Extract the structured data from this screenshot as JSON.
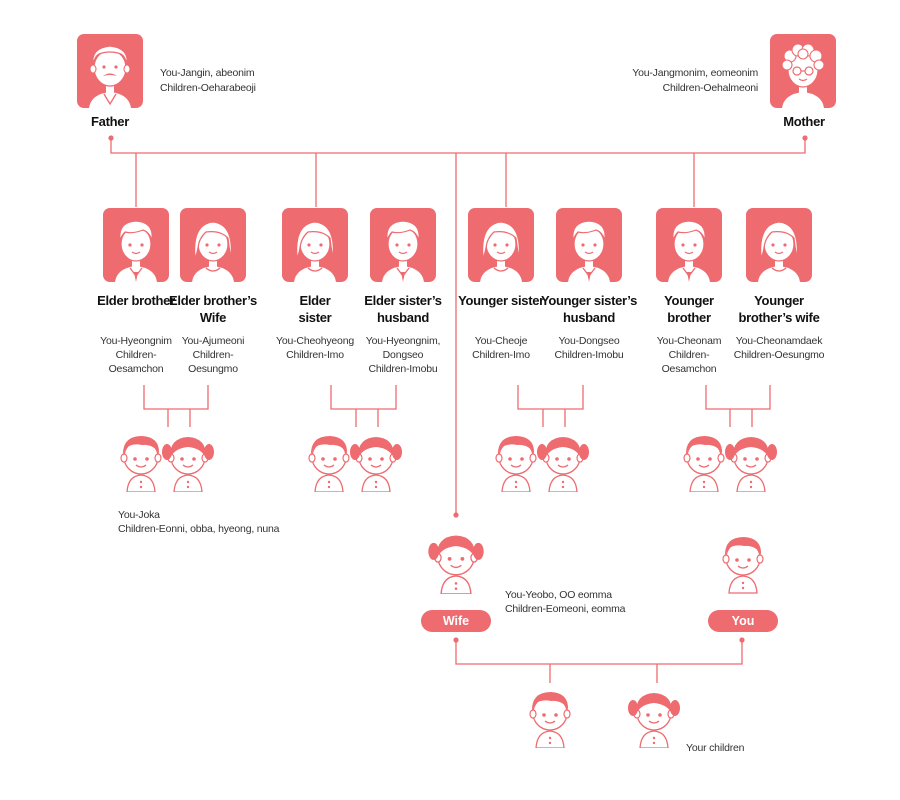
{
  "colors": {
    "accent": "#ee6b70",
    "line": "#ee6b70",
    "skin": "#ffffff"
  },
  "parents": {
    "father": {
      "label": "Father",
      "sub1": "You-Jangin, abeonim",
      "sub2": "Children-Oeharabeoji",
      "icon": "grandfather-avatar-icon"
    },
    "mother": {
      "label": "Mother",
      "sub1": "You-Jangmonim, eomeonim",
      "sub2": "Children-Oehalmeoni",
      "icon": "grandmother-avatar-icon"
    }
  },
  "siblings": [
    {
      "label": "Elder brother",
      "sub": "You-Hyeongnim\nChildren-\nOesamchon",
      "icon": "man-avatar-icon"
    },
    {
      "label": "Elder brother's\nWife",
      "sub": "You-Ajumeoni\nChildren-\nOesungmo",
      "icon": "woman-avatar-icon"
    },
    {
      "label": "Elder\nsister",
      "sub": "You-Cheohyeong\nChildren-Imo",
      "icon": "woman-avatar-icon"
    },
    {
      "label": "Elder sister's\nhusband",
      "sub": "You-Hyeongnim,\nDongseo\nChildren-Imobu",
      "icon": "man-avatar-icon"
    },
    {
      "label": "Younger sister",
      "sub": "You-Cheoje\nChildren-Imo",
      "icon": "woman-avatar-icon"
    },
    {
      "label": "Younger sister's\nhusband",
      "sub": "You-Dongseo\nChildren-Imobu",
      "icon": "man-avatar-icon"
    },
    {
      "label": "Younger\nbrother",
      "sub": "You-Cheonam\nChildren-\nOesamchon",
      "icon": "man-avatar-icon"
    },
    {
      "label": "Younger\nbrother's wife",
      "sub": "You-Cheonamdaek\nChildren-Oesungmo",
      "icon": "woman-avatar-icon"
    }
  ],
  "nephews": {
    "sub1": "You-Joka",
    "sub2": "Children-Eonni, obba, hyeong, nuna"
  },
  "wife": {
    "label": "Wife",
    "sub1": "You-Yeobo, OO eomma",
    "sub2": "Children-Eomeoni, eomma"
  },
  "you": {
    "label": "You"
  },
  "children": {
    "label": "Your children"
  }
}
